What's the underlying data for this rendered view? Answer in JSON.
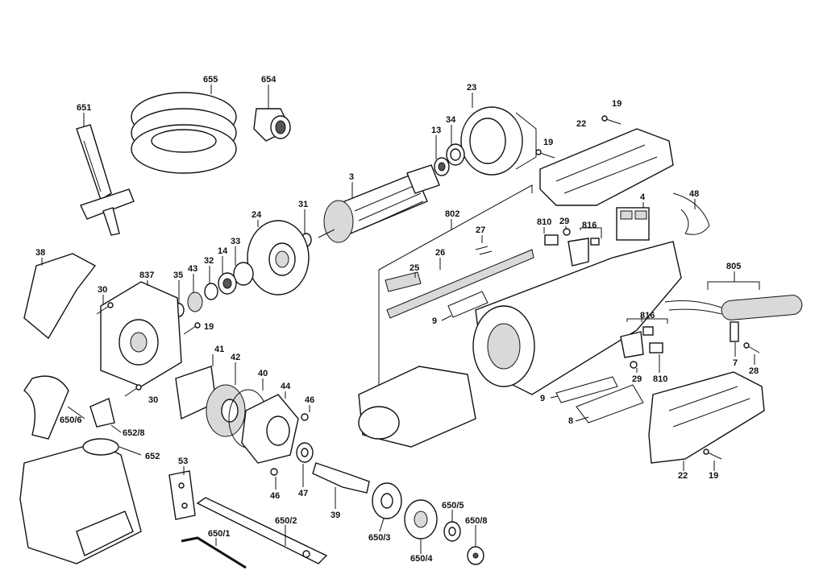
{
  "labels": {
    "l651": "651",
    "l655": "655",
    "l654": "654",
    "l23": "23",
    "l19a": "19",
    "l13": "13",
    "l34": "34",
    "l22a": "22",
    "l19b": "19",
    "l3": "3",
    "l48": "48",
    "l4": "4",
    "l802": "802",
    "l31": "31",
    "l24": "24",
    "l27": "27",
    "l810a": "810",
    "l29a": "29",
    "l816a": "816",
    "l38": "38",
    "l837": "837",
    "l33": "33",
    "l14": "14",
    "l32": "32",
    "l43": "43",
    "l35": "35",
    "l25": "25",
    "l26": "26",
    "l805": "805",
    "l30a": "30",
    "l19c": "19",
    "l9a": "9",
    "l816b": "816",
    "l41": "41",
    "l42": "42",
    "l40": "40",
    "l44": "44",
    "l7": "7",
    "l28": "28",
    "l29b": "29",
    "l810b": "810",
    "l30b": "30",
    "l46a": "46",
    "l9b": "9",
    "l650_6": "650/6",
    "l8": "8",
    "l652_8": "652/8",
    "l652": "652",
    "l53": "53",
    "l22b": "22",
    "l19d": "19",
    "l46b": "46",
    "l47": "47",
    "l39": "39",
    "l650_2": "650/2",
    "l650_5": "650/5",
    "l650_8": "650/8",
    "l650_1": "650/1",
    "l650_3": "650/3",
    "l650_4": "650/4"
  }
}
